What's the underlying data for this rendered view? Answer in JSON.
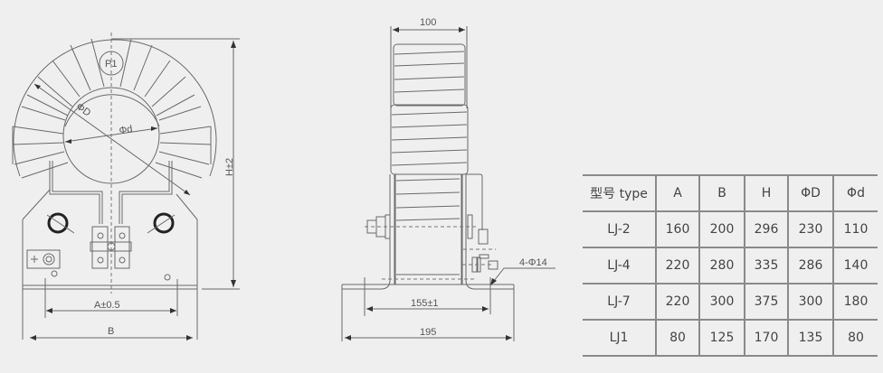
{
  "front_view": {
    "terminal_label": "P1",
    "outer_diameter_label": "ΦD",
    "inner_diameter_label": "Φd",
    "height_label": "H±2",
    "hole_spacing_label": "A±0.5",
    "base_width_label": "B"
  },
  "side_view": {
    "width_label": "100",
    "hole_spacing_label": "155±1",
    "base_width_label": "195",
    "holes_label": "4-Φ14"
  },
  "spec_table": {
    "headers": [
      "型号 type",
      "A",
      "B",
      "H",
      "ΦD",
      "Φd"
    ],
    "rows": [
      [
        "LJ-2",
        "160",
        "200",
        "296",
        "230",
        "110"
      ],
      [
        "LJ-4",
        "220",
        "280",
        "335",
        "286",
        "140"
      ],
      [
        "LJ-7",
        "220",
        "300",
        "375",
        "300",
        "180"
      ],
      [
        "LJ1",
        "80",
        "125",
        "170",
        "135",
        "80"
      ]
    ]
  }
}
